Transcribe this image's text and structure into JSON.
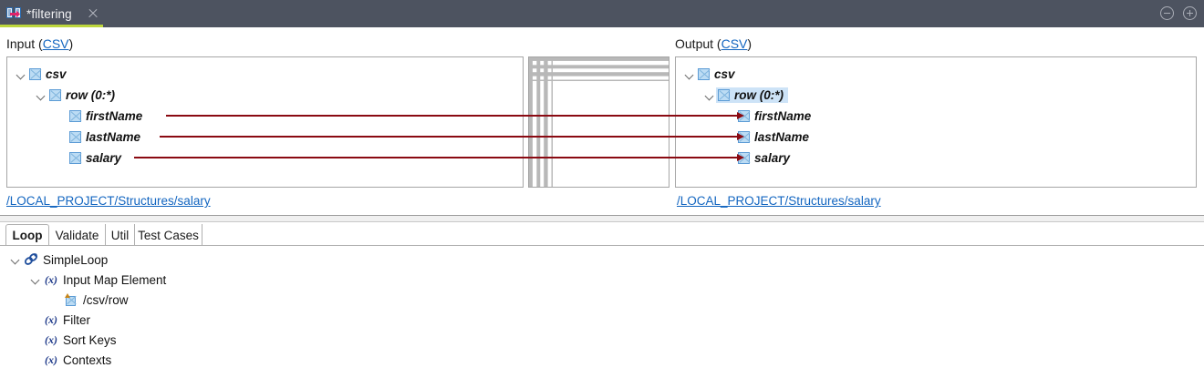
{
  "titlebar": {
    "tab_label": "*filtering",
    "tab_icon": "mapping-editor-icon",
    "close_icon": "close-icon",
    "minimize_icon": "minimize-icon",
    "maximize_icon": "maximize-icon",
    "accent_color": "#bdd63c",
    "background_color": "#4d5360"
  },
  "input_panel": {
    "label_text": "Input (",
    "label_link": "CSV",
    "label_close": ")",
    "path": "/LOCAL_PROJECT/Structures/salary",
    "tree": [
      {
        "label": "csv",
        "depth": 0,
        "expandable": true,
        "selected": false
      },
      {
        "label": "row (0:*)",
        "depth": 1,
        "expandable": true,
        "selected": false
      },
      {
        "label": "firstName",
        "depth": 2,
        "expandable": false,
        "selected": false
      },
      {
        "label": "lastName",
        "depth": 2,
        "expandable": false,
        "selected": false
      },
      {
        "label": "salary",
        "depth": 2,
        "expandable": false,
        "selected": false
      }
    ]
  },
  "output_panel": {
    "label_text": "Output (",
    "label_link": "CSV",
    "label_close": ")",
    "path": "/LOCAL_PROJECT/Structures/salary",
    "tree": [
      {
        "label": "csv",
        "depth": 0,
        "expandable": true,
        "selected": false
      },
      {
        "label": "row (0:*)",
        "depth": 1,
        "expandable": true,
        "selected": true
      },
      {
        "label": "firstName",
        "depth": 2,
        "expandable": false,
        "selected": false
      },
      {
        "label": "lastName",
        "depth": 2,
        "expandable": false,
        "selected": false
      },
      {
        "label": "salary",
        "depth": 2,
        "expandable": false,
        "selected": false
      }
    ]
  },
  "mapping_grid": {
    "connection_color": "#8a0a12",
    "grid_color": "#b8b8b8",
    "connections": [
      {
        "from": "firstName",
        "to": "firstName"
      },
      {
        "from": "lastName",
        "to": "lastName"
      },
      {
        "from": "salary",
        "to": "salary"
      }
    ]
  },
  "bottom_tabs": {
    "items": [
      {
        "label": "Loop",
        "active": true
      },
      {
        "label": "Validate",
        "active": false
      },
      {
        "label": "Util",
        "active": false
      },
      {
        "label": "Test Cases",
        "active": false
      }
    ]
  },
  "bottom_tree": {
    "items": [
      {
        "label": "SimpleLoop",
        "depth": 0,
        "icon": "chain-link-icon",
        "expandable": true
      },
      {
        "label": "Input Map Element",
        "depth": 1,
        "icon": "variable-x-icon",
        "expandable": true
      },
      {
        "label": "/csv/row",
        "depth": 2,
        "icon": "map-row-icon",
        "expandable": false
      },
      {
        "label": "Filter",
        "depth": 1,
        "icon": "variable-x-icon",
        "expandable": false
      },
      {
        "label": "Sort Keys",
        "depth": 1,
        "icon": "variable-x-icon",
        "expandable": false
      },
      {
        "label": "Contexts",
        "depth": 1,
        "icon": "variable-x-icon",
        "expandable": false
      }
    ]
  }
}
